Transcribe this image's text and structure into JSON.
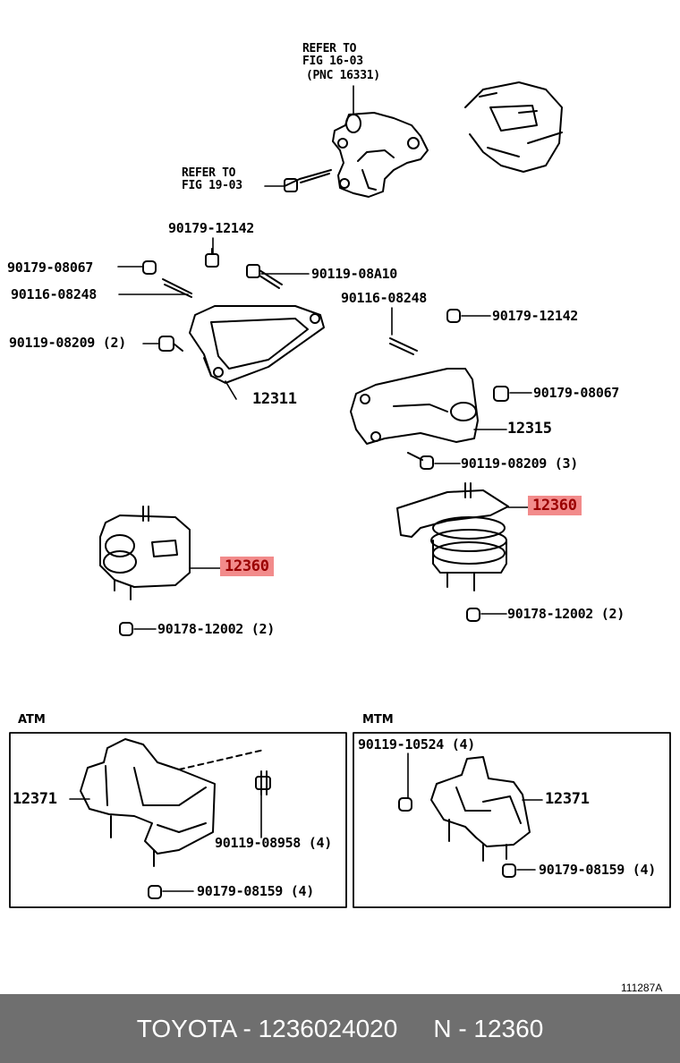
{
  "refer_fig_16": [
    "REFER TO",
    "FIG 16-03",
    "(PNC 16331)"
  ],
  "refer_fig_19": [
    "REFER TO",
    "FIG 19-03"
  ],
  "parts": {
    "p90179_12142_top": "90179-12142",
    "p90179_08067_left": "90179-08067",
    "p90119_08A10": "90119-08A10",
    "p90116_08248_left": "90116-08248",
    "p90116_08248_right": "90116-08248",
    "p90179_12142_right": "90179-12142",
    "p90119_08209_2": "90119-08209 (2)",
    "p12311": "12311",
    "p90179_08067_right": "90179-08067",
    "p12315": "12315",
    "p90119_08209_3": "90119-08209 (3)",
    "p12360_right": "12360",
    "p12360_left": "12360",
    "p90178_12002_right": "90178-12002 (2)",
    "p90178_12002_left": "90178-12002 (2)",
    "atm_12371": "12371",
    "atm_90119_08958": "90119-08958 (4)",
    "atm_90179_08159": "90179-08159 (4)",
    "mtm_90119_10524": "90119-10524 (4)",
    "mtm_12371": "12371",
    "mtm_90179_08159": "90179-08159 (4)"
  },
  "sections": {
    "atm": "ATM",
    "mtm": "MTM"
  },
  "figure_ref": "111287A",
  "footer": {
    "brand_part": "TOYOTA - 1236024020",
    "pnc": "N - 12360"
  },
  "colors": {
    "highlight": "#f28b8b",
    "footer_bg": "#6f6f6f"
  }
}
